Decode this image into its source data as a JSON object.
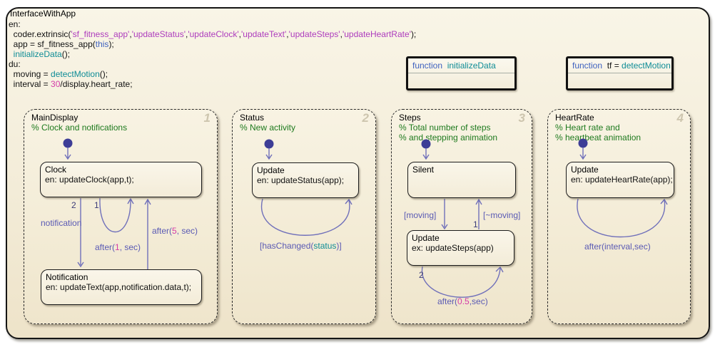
{
  "palette": {
    "chart_bg": "#f3ecd8",
    "border": "#151515",
    "transition_line": "#7070ba",
    "initial_dot": "#3d3d96",
    "comment_green": "#1e7a1e",
    "keyword_blue": "#3f62bf",
    "string_purple": "#ad3cbd",
    "function_teal": "#0e8c96",
    "number_magenta": "#d53ca8",
    "label_blue": "#5a5ab4",
    "badge_gray": "#cdc5ae"
  },
  "chart": {
    "title": "InterfaceWithApp",
    "code_lines": [
      [
        {
          "t": "en:",
          "c": "pl"
        }
      ],
      [
        {
          "t": "  coder.extrinsic(",
          "c": "pl"
        },
        {
          "t": "'sf_fitness_app'",
          "c": "str"
        },
        {
          "t": ",",
          "c": "pl"
        },
        {
          "t": "'updateStatus'",
          "c": "str"
        },
        {
          "t": ",",
          "c": "pl"
        },
        {
          "t": "'updateClock'",
          "c": "str"
        },
        {
          "t": ",",
          "c": "pl"
        },
        {
          "t": "'updateText'",
          "c": "str"
        },
        {
          "t": ",",
          "c": "pl"
        },
        {
          "t": "'updateSteps'",
          "c": "str"
        },
        {
          "t": ",",
          "c": "pl"
        },
        {
          "t": "'updateHeartRate'",
          "c": "str"
        },
        {
          "t": ");",
          "c": "pl"
        }
      ],
      [
        {
          "t": "  app = sf_fitness_app(",
          "c": "pl"
        },
        {
          "t": "this",
          "c": "kw"
        },
        {
          "t": ");",
          "c": "pl"
        }
      ],
      [
        {
          "t": "  ",
          "c": "pl"
        },
        {
          "t": "initializeData",
          "c": "fn"
        },
        {
          "t": "();",
          "c": "pl"
        }
      ],
      [
        {
          "t": "du:",
          "c": "pl"
        }
      ],
      [
        {
          "t": "  moving = ",
          "c": "pl"
        },
        {
          "t": "detectMotion",
          "c": "fn"
        },
        {
          "t": "();",
          "c": "pl"
        }
      ],
      [
        {
          "t": "  interval = ",
          "c": "pl"
        },
        {
          "t": "30",
          "c": "num"
        },
        {
          "t": "/display.heart_rate;",
          "c": "pl"
        }
      ]
    ]
  },
  "functions": [
    {
      "signature": [
        {
          "t": "function  ",
          "c": "kw"
        },
        {
          "t": "initializeData",
          "c": "fn"
        }
      ]
    },
    {
      "signature": [
        {
          "t": "function  ",
          "c": "kw"
        },
        {
          "t": "tf = ",
          "c": "pl"
        },
        {
          "t": "detectMotion",
          "c": "fn"
        }
      ]
    }
  ],
  "states": [
    {
      "name": "MainDisplay",
      "badge": "1",
      "comments": [
        [
          {
            "t": "% Clock and notifications",
            "c": "cmt"
          }
        ]
      ]
    },
    {
      "name": "Status",
      "badge": "2",
      "comments": [
        [
          {
            "t": "% New activity",
            "c": "cmt"
          }
        ]
      ]
    },
    {
      "name": "Steps",
      "badge": "3",
      "comments": [
        [
          {
            "t": "% Total number of steps",
            "c": "cmt"
          }
        ],
        [
          {
            "t": "% and stepping animation",
            "c": "cmt"
          }
        ]
      ]
    },
    {
      "name": "HeartRate",
      "badge": "4",
      "comments": [
        [
          {
            "t": "% Heart rate and",
            "c": "cmt"
          }
        ],
        [
          {
            "t": "% heartbeat animation",
            "c": "cmt"
          }
        ]
      ]
    }
  ],
  "substates": {
    "clock": {
      "name": "Clock",
      "lines": [
        [
          {
            "t": "en: updateClock(app,t);",
            "c": "pl"
          }
        ]
      ]
    },
    "notification": {
      "name": "Notification",
      "lines": [
        [
          {
            "t": "en: updateText(app,notification.data,t);",
            "c": "pl"
          }
        ]
      ]
    },
    "status_update": {
      "name": "Update",
      "lines": [
        [
          {
            "t": "en: updateStatus(app);",
            "c": "pl"
          }
        ]
      ]
    },
    "silent": {
      "name": "Silent",
      "lines": []
    },
    "steps_update": {
      "name": "Update",
      "lines": [
        [
          {
            "t": "ex: updateSteps(app)",
            "c": "pl"
          }
        ]
      ]
    },
    "hr_update": {
      "name": "Update",
      "lines": [
        [
          {
            "t": "en: updateHeartRate(app);",
            "c": "pl"
          }
        ]
      ]
    }
  },
  "transition_labels": {
    "md_ord2": "2",
    "md_ord1": "1",
    "md_notification": [
      {
        "t": "notification",
        "c": "lbl"
      }
    ],
    "md_after1": [
      {
        "t": "after(",
        "c": "lbl"
      },
      {
        "t": "1",
        "c": "num"
      },
      {
        "t": ", sec)",
        "c": "lbl"
      }
    ],
    "md_after5": [
      {
        "t": "after(",
        "c": "lbl"
      },
      {
        "t": "5",
        "c": "num"
      },
      {
        "t": ", sec)",
        "c": "lbl"
      }
    ],
    "st_haschanged": [
      {
        "t": "[hasChanged(",
        "c": "lbl"
      },
      {
        "t": "status",
        "c": "fn"
      },
      {
        "t": ")]",
        "c": "lbl"
      }
    ],
    "sp_moving": [
      {
        "t": "[moving]",
        "c": "lbl"
      }
    ],
    "sp_notmoving": [
      {
        "t": "[~moving]",
        "c": "lbl"
      }
    ],
    "sp_ord1": "1",
    "sp_ord2": "2",
    "sp_after05": [
      {
        "t": "after(",
        "c": "lbl"
      },
      {
        "t": "0.5",
        "c": "num"
      },
      {
        "t": ",sec)",
        "c": "lbl"
      }
    ],
    "hr_afterinterval": [
      {
        "t": "after(interval,sec)",
        "c": "lbl"
      }
    ]
  }
}
